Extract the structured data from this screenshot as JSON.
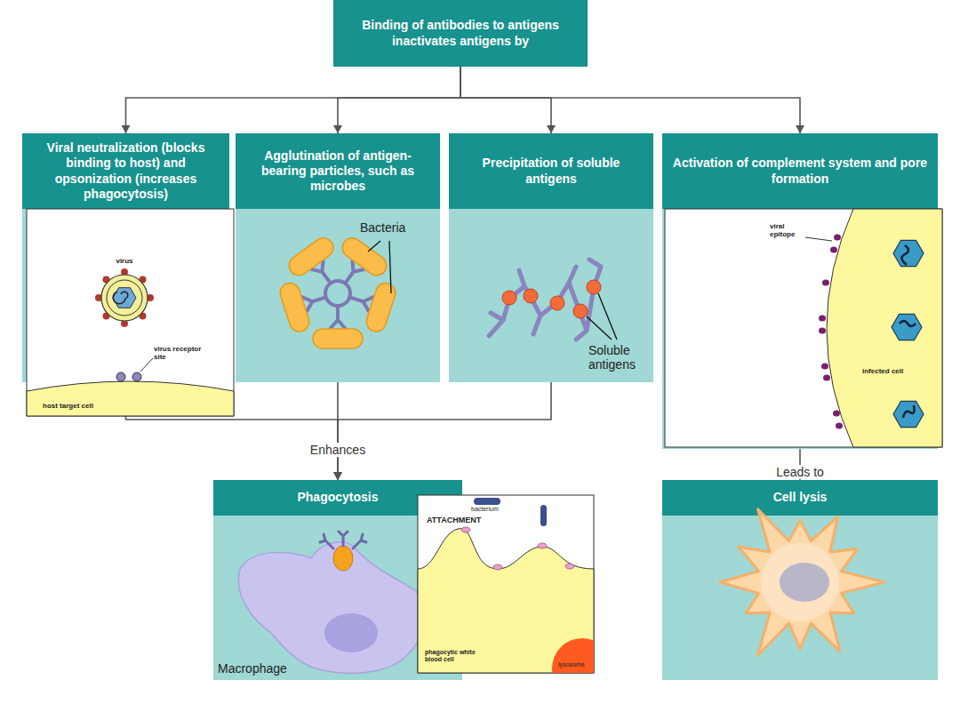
{
  "diagram": {
    "nodes": [
      {
        "text": [
          "Binding of antibodies to antigens inactivates antigens by"
        ]
      },
      {
        "text": [
          "Viral neutralization (blocks binding to host) and opsonization (increases phagocytosis)"
        ]
      },
      {
        "text": [
          "Agglutination of antigen-bearing particles, such as microbes"
        ]
      },
      {
        "text": [
          "Precipitation of soluble antigens"
        ]
      },
      {
        "text": [
          "Activation of complement system and pore formation"
        ]
      },
      {
        "text": [
          "Phagocytosis"
        ]
      },
      {
        "text": [
          "Cell lysis"
        ]
      }
    ],
    "edges": [
      {
        "from": 0,
        "to": 1,
        "arrow": "to"
      },
      {
        "from": 0,
        "to": 2,
        "arrow": "to"
      },
      {
        "from": 0,
        "to": 3,
        "arrow": "to"
      },
      {
        "from": 0,
        "to": 4,
        "arrow": "to"
      },
      {
        "from": 1,
        "to": 5,
        "arrow": "to"
      },
      {
        "from": 2,
        "to": 5,
        "label": "Enhances",
        "arrow": "to"
      },
      {
        "from": 3,
        "to": 5,
        "arrow": "to"
      },
      {
        "from": 4,
        "to": 6,
        "label": "Leads to",
        "arrow": "to"
      }
    ],
    "labels": [
      "virus",
      "virus receptor site",
      "host target cell",
      "Bacteria",
      "Soluble antigens",
      "viral epitope",
      "infected cell",
      "Macrophage",
      "bacterium",
      "ATTACHMENT",
      "phagocytic white blood cell",
      "lysosome"
    ]
  }
}
